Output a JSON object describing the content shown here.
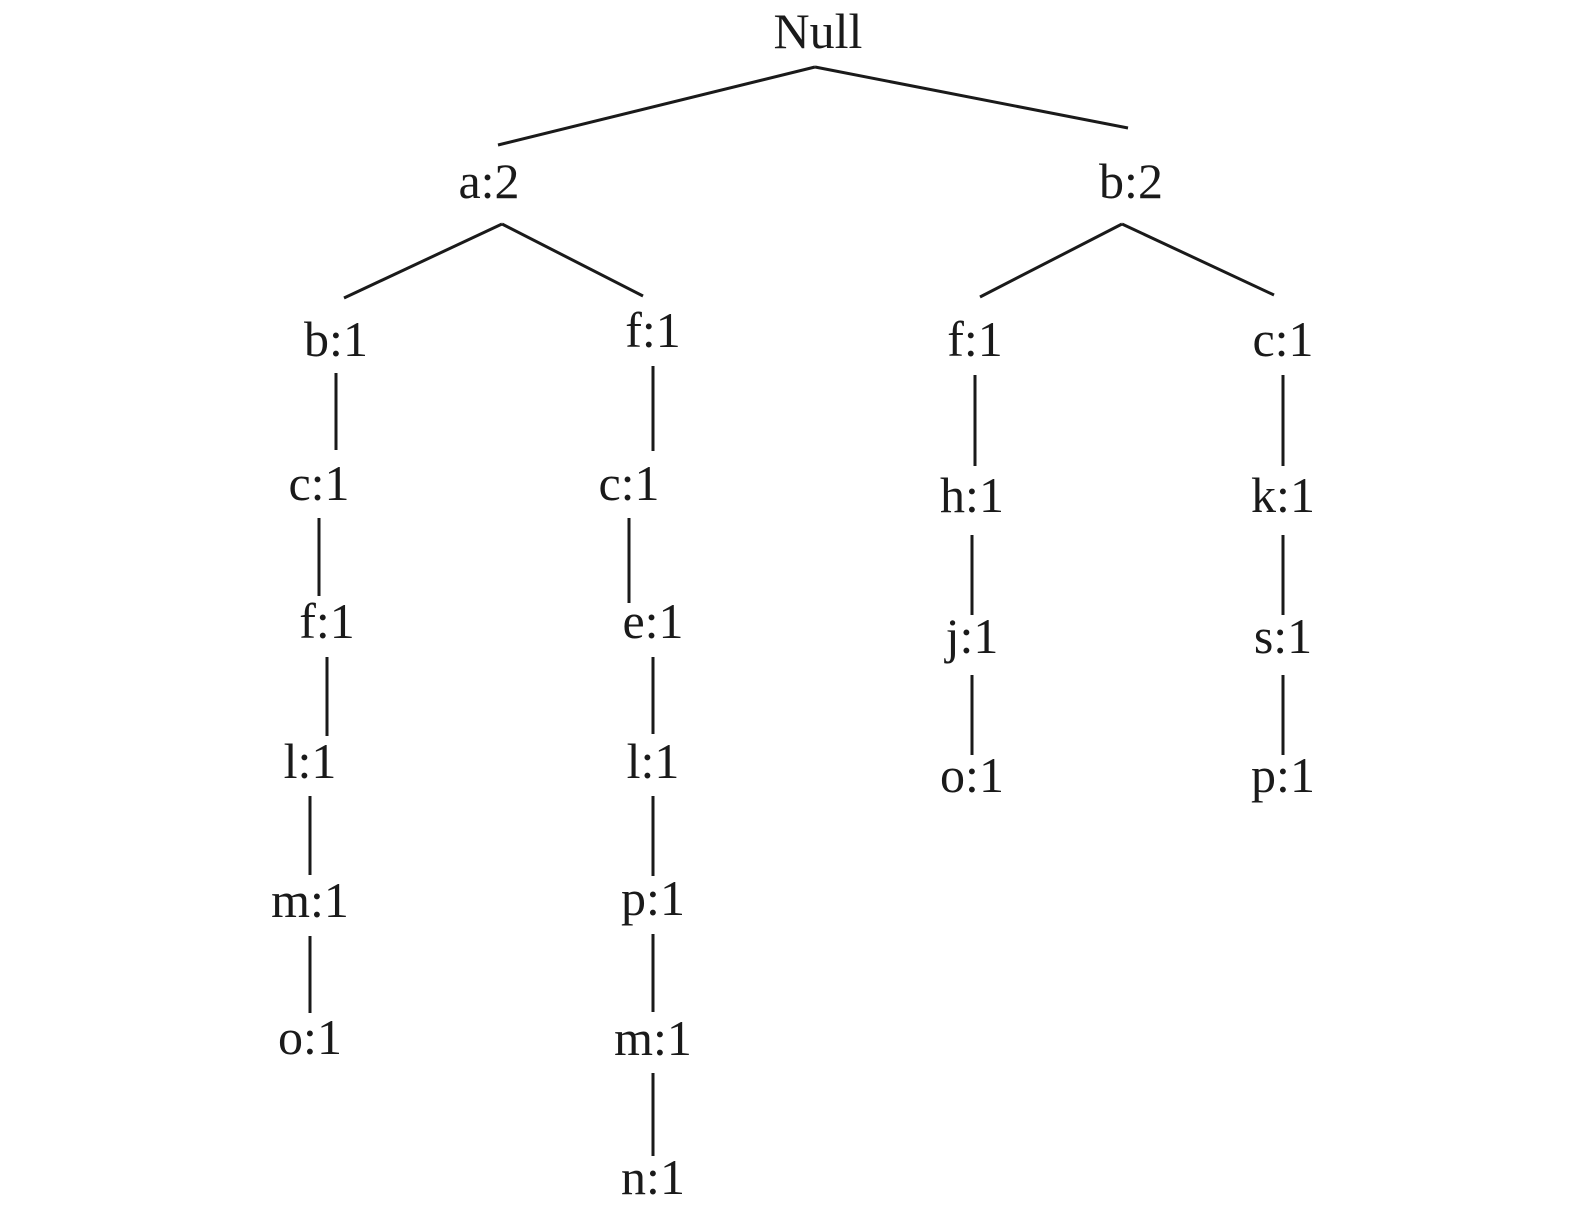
{
  "tree": {
    "root": "Null",
    "level1": {
      "left": "a:2",
      "right": "b:2"
    },
    "branch_a_b": [
      "b:1",
      "c:1",
      "f:1",
      "l:1",
      "m:1",
      "o:1"
    ],
    "branch_a_f": [
      "f:1",
      "c:1",
      "e:1",
      "l:1",
      "p:1",
      "m:1",
      "n:1"
    ],
    "branch_b_f": [
      "f:1",
      "h:1",
      "j:1",
      "o:1"
    ],
    "branch_b_c": [
      "c:1",
      "k:1",
      "s:1",
      "p:1"
    ]
  }
}
